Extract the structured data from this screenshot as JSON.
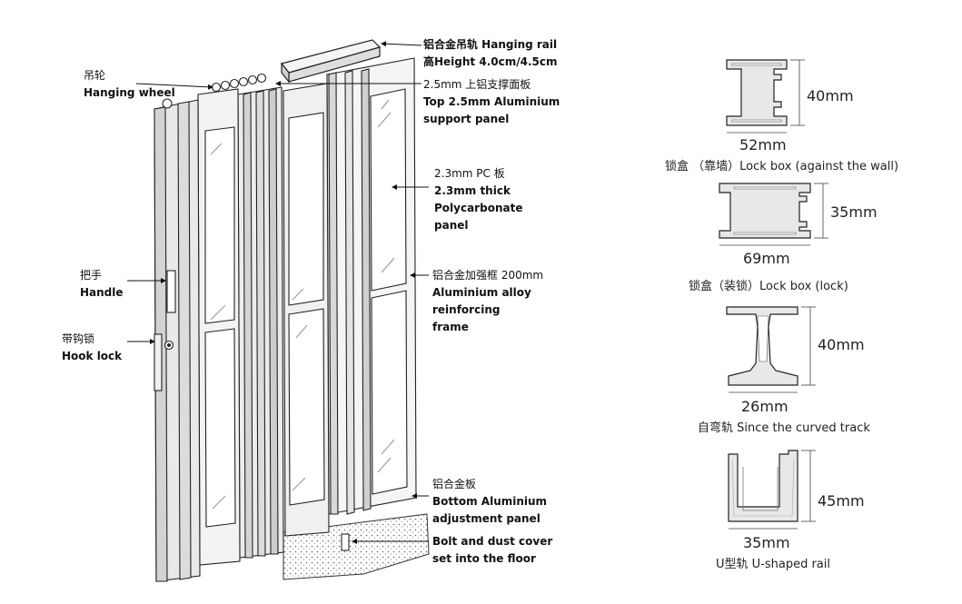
{
  "door_labels": {
    "hanging_wheel": {
      "zh": "吊轮",
      "en": "Hanging wheel"
    },
    "handle": {
      "zh": "把手",
      "en": "Handle"
    },
    "hook_lock": {
      "zh": "带钩锁",
      "en": "Hook lock"
    },
    "hanging_rail": {
      "line1": "铝合金吊轨 Hanging rail",
      "line2": "高Height 4.0cm/4.5cm"
    },
    "top_panel": {
      "zh": "2.5mm 上铝支撑面板",
      "en1": "Top 2.5mm Aluminium",
      "en2": "support panel"
    },
    "pc_panel": {
      "zh": "2.3mm PC 板",
      "en1": "2.3mm thick",
      "en2": "Polycarbonate",
      "en3": "panel"
    },
    "reinforcing": {
      "zh": "铝合金加强框 200mm",
      "en1": "Aluminium alloy",
      "en2": "reinforcing",
      "en3": "frame"
    },
    "bottom_panel": {
      "zh": "铝合金板",
      "en1": "Bottom Aluminium",
      "en2": "adjustment  panel"
    },
    "bolt": {
      "en1": "Bolt and dust cover",
      "en2": "set into the floor"
    }
  },
  "profiles": [
    {
      "height": "40mm",
      "width": "52mm",
      "caption": "锁盒 （靠墙）Lock box (against the wall)"
    },
    {
      "height": "35mm",
      "width": "69mm",
      "caption": "锁盒（装锁）Lock box (lock)"
    },
    {
      "height": "40mm",
      "width": "26mm",
      "caption": "自弯轨 Since the curved track"
    },
    {
      "height": "45mm",
      "width": "35mm",
      "caption": "U型轨 U-shaped rail"
    }
  ]
}
